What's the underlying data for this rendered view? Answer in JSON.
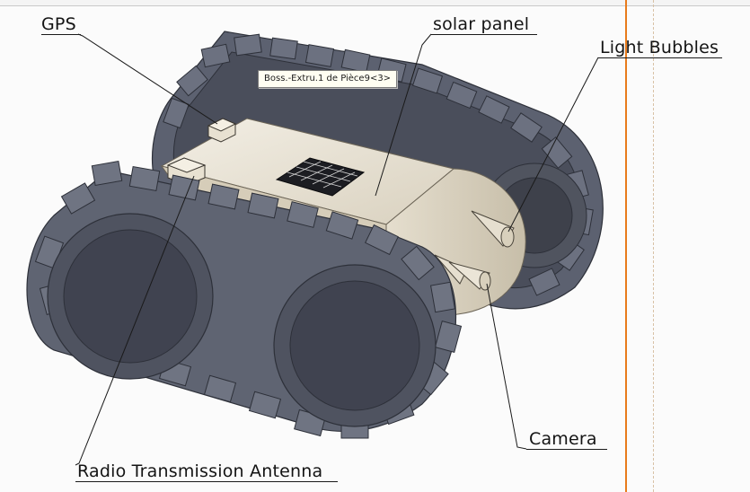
{
  "callouts": {
    "gps": "GPS",
    "solar_panel": "solar panel",
    "light_bubbles": "Light Bubbles",
    "camera": "Camera",
    "radio_antenna": "Radio Transmission Antenna"
  },
  "tooltip": "Boss.-Extru.1 de Pièce9<3>",
  "colors": {
    "track": "#5f6472",
    "track_dark": "#3c404b",
    "track_light": "#8a8f9c",
    "body": "#ece6d8",
    "body_dark": "#cfc6b3",
    "sheet_edge": "#e87b1c"
  }
}
